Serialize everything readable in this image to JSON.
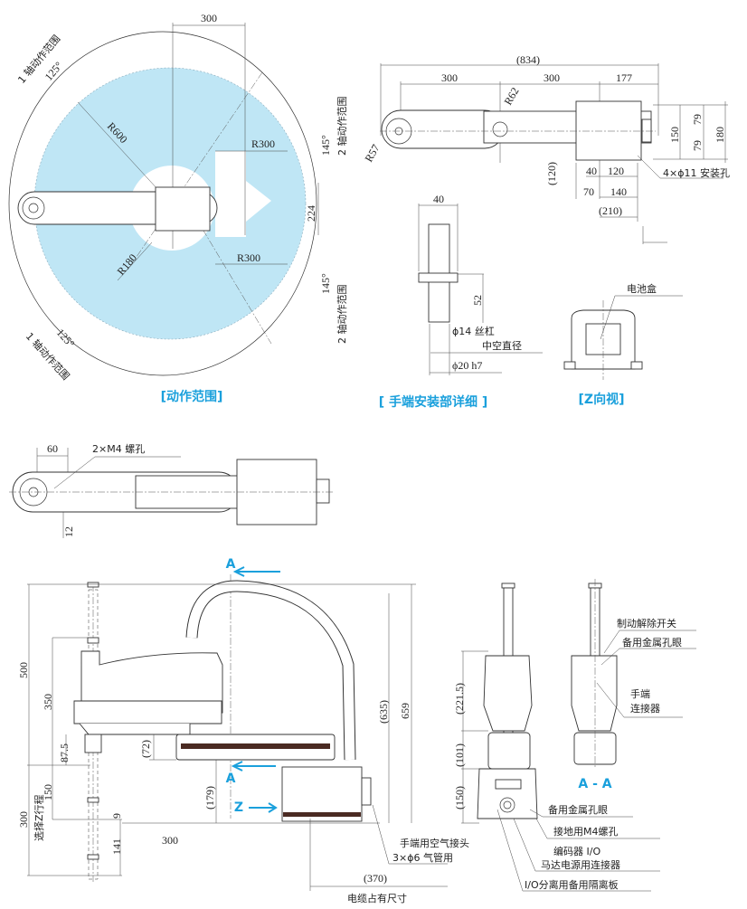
{
  "motion_range": {
    "title": "[动作范围]",
    "d300": "300",
    "r600": "R600",
    "r300_top": "R300",
    "r300_bottom": "R300",
    "r180": "R180",
    "d224": "224",
    "axis1_label": "1 轴动作范围",
    "axis1_angle": "125°",
    "axis2_label": "2 轴动作范围",
    "axis2_angle": "145°",
    "fill_color": "#bfe6f5"
  },
  "top_view": {
    "d834": "(834)",
    "d300a": "300",
    "d300b": "300",
    "d177": "177",
    "r62": "R62",
    "r57": "R57",
    "d79a": "79",
    "d79b": "79",
    "d150": "150",
    "d180": "180",
    "d120p": "(120)",
    "d40": "40",
    "d120": "120",
    "d70": "70",
    "d140": "140",
    "d210": "(210)",
    "holes": "4×ϕ11 安装孔"
  },
  "hand_detail": {
    "title": "[ 手端安装部详细 ]",
    "d40": "40",
    "d52": "52",
    "screw": "ϕ14 丝杠",
    "hollow": "中空直径",
    "shaft": "ϕ20 h7"
  },
  "z_view": {
    "title": "[Z向视]",
    "battery": "电池盒"
  },
  "arm_top": {
    "d60": "60",
    "holes": "2×M4 螺孔",
    "d12": "12"
  },
  "side_view": {
    "section_mark": "A",
    "z_mark": "Z",
    "d500": "500",
    "d350": "350",
    "d87_5": "87.5",
    "d150": "150",
    "stroke_label": "选择Z行程",
    "d300v": "300",
    "d9": "9",
    "d141": "141",
    "d300h": "300",
    "d72": "(72)",
    "d179": "(179)",
    "d635": "(635)",
    "d659": "659",
    "air_joint": "手端用空气接头",
    "air_tube": "3×ϕ6  气管用",
    "d370": "(370)",
    "cable": "电缆占有尺寸"
  },
  "front_view": {
    "d221_5": "(221.5)",
    "d101": "(101)",
    "d150": "(150)",
    "brake_switch": "制动解除开关",
    "spare_eyelet_top": "备用金属孔眼",
    "hand_connector_1": "手端",
    "hand_connector_2": "连接器",
    "section_title": "A - A",
    "spare_eyelet_bottom": "备用金属孔眼",
    "ground_hole": "接地用M4螺孔",
    "encoder_io": "编码器 I/O",
    "motor_power": "马达电源用连接器",
    "io_plate": "I/O分离用备用隔离板"
  },
  "colors": {
    "accent": "#1aa0dc",
    "line": "#333333"
  }
}
